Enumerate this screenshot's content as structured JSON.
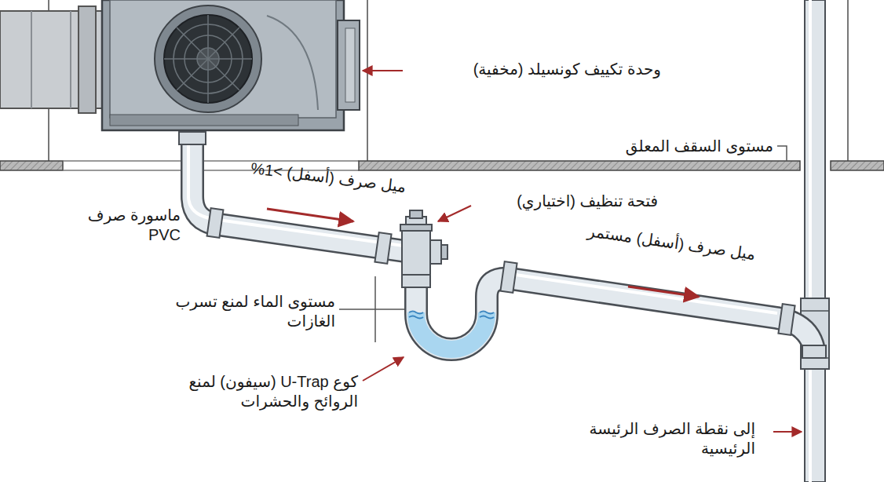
{
  "diagram": {
    "labels": [
      "وحدة تكييف كونسيلد (مخفية)",
      "مستوى السقف المعلق",
      "ميل صرف (أسفل) >1%",
      "فتحة تنظيف (اختياري)",
      "ماسورة صرف PVC",
      "ميل صرف (أسفل) مستمر",
      "مستوى الماء لمنع تسرب الغازات",
      "كوع U-Trap (سيفون) لمنع الروائح والحشرات",
      "إلى نقطة الصرف الرئيسة الرئيسية"
    ]
  }
}
